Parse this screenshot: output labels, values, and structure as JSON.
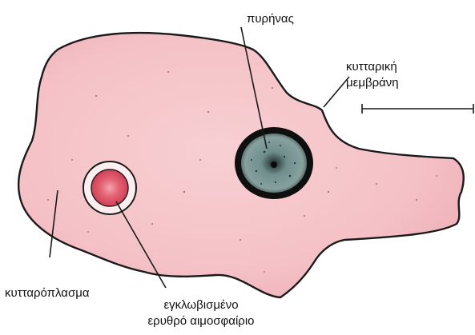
{
  "title": "",
  "labels": {
    "nucleus": "πυρήνας",
    "membrane_line1": "κυτταρική",
    "membrane_line2": "μεμβράνη",
    "cytoplasm": "κυτταρόπλασμα",
    "rbc_line1": "εγκλωβισμένο",
    "rbc_line2": "ερυθρό αιμοσφαίριο"
  },
  "colors": {
    "cytoplasm": "#f4c2c6",
    "cytoplasm_edge": "#ecaab2",
    "membrane": "#1a1a1a",
    "nucleus": "#6e8a88",
    "nucleus_ring": "#0d0d0d",
    "rbc_fill": "#e05a6a",
    "rbc_halo": "#fdeef0"
  },
  "scale_bar": {
    "shown": true,
    "label": ""
  }
}
